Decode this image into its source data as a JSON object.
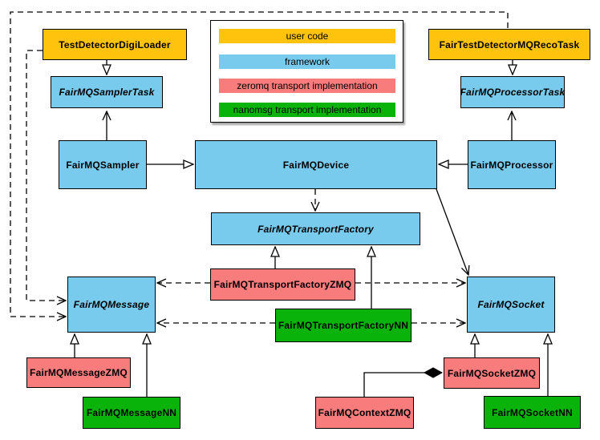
{
  "colors": {
    "user_code": "#FFC20D",
    "framework": "#79CBEE",
    "zeromq": "#F97C7C",
    "nanomsg": "#0AB30A",
    "border": "#000000",
    "background": "#FFFFFF"
  },
  "legend": {
    "items": [
      {
        "label": "user code",
        "color_key": "user_code"
      },
      {
        "label": "framework",
        "color_key": "framework"
      },
      {
        "label": "zeromq transport implementation",
        "color_key": "zeromq"
      },
      {
        "label": "nanomsg transport implementation",
        "color_key": "nanomsg"
      }
    ]
  },
  "nodes": {
    "digi_loader": {
      "label": "TestDetectorDigiLoader",
      "category": "user_code",
      "abstract": false
    },
    "reco_task": {
      "label": "FairTestDetectorMQRecoTask",
      "category": "user_code",
      "abstract": false
    },
    "sampler_task": {
      "label": "FairMQSamplerTask",
      "category": "framework",
      "abstract": true
    },
    "processor_task": {
      "label": "FairMQProcessorTask",
      "category": "framework",
      "abstract": true
    },
    "sampler": {
      "label": "FairMQSampler",
      "category": "framework",
      "abstract": false
    },
    "device": {
      "label": "FairMQDevice",
      "category": "framework",
      "abstract": false
    },
    "processor": {
      "label": "FairMQProcessor",
      "category": "framework",
      "abstract": false
    },
    "transport_factory": {
      "label": "FairMQTransportFactory",
      "category": "framework",
      "abstract": true
    },
    "factory_zmq": {
      "label": "FairMQTransportFactoryZMQ",
      "category": "zeromq",
      "abstract": false
    },
    "factory_nn": {
      "label": "FairMQTransportFactoryNN",
      "category": "nanomsg",
      "abstract": false
    },
    "message": {
      "label": "FairMQMessage",
      "category": "framework",
      "abstract": true
    },
    "socket": {
      "label": "FairMQSocket",
      "category": "framework",
      "abstract": true
    },
    "message_zmq": {
      "label": "FairMQMessageZMQ",
      "category": "zeromq",
      "abstract": false
    },
    "message_nn": {
      "label": "FairMQMessageNN",
      "category": "nanomsg",
      "abstract": false
    },
    "context_zmq": {
      "label": "FairMQContextZMQ",
      "category": "zeromq",
      "abstract": false
    },
    "socket_zmq": {
      "label": "FairMQSocketZMQ",
      "category": "zeromq",
      "abstract": false
    },
    "socket_nn": {
      "label": "FairMQSocketNN",
      "category": "nanomsg",
      "abstract": false
    }
  },
  "edges": [
    {
      "from": "TestDetectorDigiLoader",
      "to": "FairMQSamplerTask",
      "type": "inheritance"
    },
    {
      "from": "FairTestDetectorMQRecoTask",
      "to": "FairMQProcessorTask",
      "type": "inheritance"
    },
    {
      "from": "FairMQSampler",
      "to": "FairMQDevice",
      "type": "inheritance"
    },
    {
      "from": "FairMQProcessor",
      "to": "FairMQDevice",
      "type": "inheritance"
    },
    {
      "from": "FairMQTransportFactoryZMQ",
      "to": "FairMQTransportFactory",
      "type": "inheritance"
    },
    {
      "from": "FairMQTransportFactoryNN",
      "to": "FairMQTransportFactory",
      "type": "inheritance"
    },
    {
      "from": "FairMQMessageZMQ",
      "to": "FairMQMessage",
      "type": "inheritance"
    },
    {
      "from": "FairMQMessageNN",
      "to": "FairMQMessage",
      "type": "inheritance"
    },
    {
      "from": "FairMQSocketZMQ",
      "to": "FairMQSocket",
      "type": "inheritance"
    },
    {
      "from": "FairMQSocketNN",
      "to": "FairMQSocket",
      "type": "inheritance"
    },
    {
      "from": "FairMQSampler",
      "to": "FairMQSamplerTask",
      "type": "association"
    },
    {
      "from": "FairMQProcessor",
      "to": "FairMQProcessorTask",
      "type": "association"
    },
    {
      "from": "FairMQDevice",
      "to": "FairMQSocket",
      "type": "association"
    },
    {
      "from": "FairMQDevice",
      "to": "FairMQTransportFactory",
      "type": "dependency"
    },
    {
      "from": "TestDetectorDigiLoader",
      "to": "FairMQMessage",
      "type": "dependency"
    },
    {
      "from": "FairTestDetectorMQRecoTask",
      "to": "FairMQMessage",
      "type": "dependency"
    },
    {
      "from": "FairMQTransportFactoryZMQ",
      "to": "FairMQMessage",
      "type": "dependency"
    },
    {
      "from": "FairMQTransportFactoryZMQ",
      "to": "FairMQSocket",
      "type": "dependency"
    },
    {
      "from": "FairMQTransportFactoryNN",
      "to": "FairMQMessage",
      "type": "dependency"
    },
    {
      "from": "FairMQTransportFactoryNN",
      "to": "FairMQSocket",
      "type": "dependency"
    },
    {
      "from": "FairMQSocketZMQ",
      "to": "FairMQContextZMQ",
      "type": "composition"
    }
  ]
}
